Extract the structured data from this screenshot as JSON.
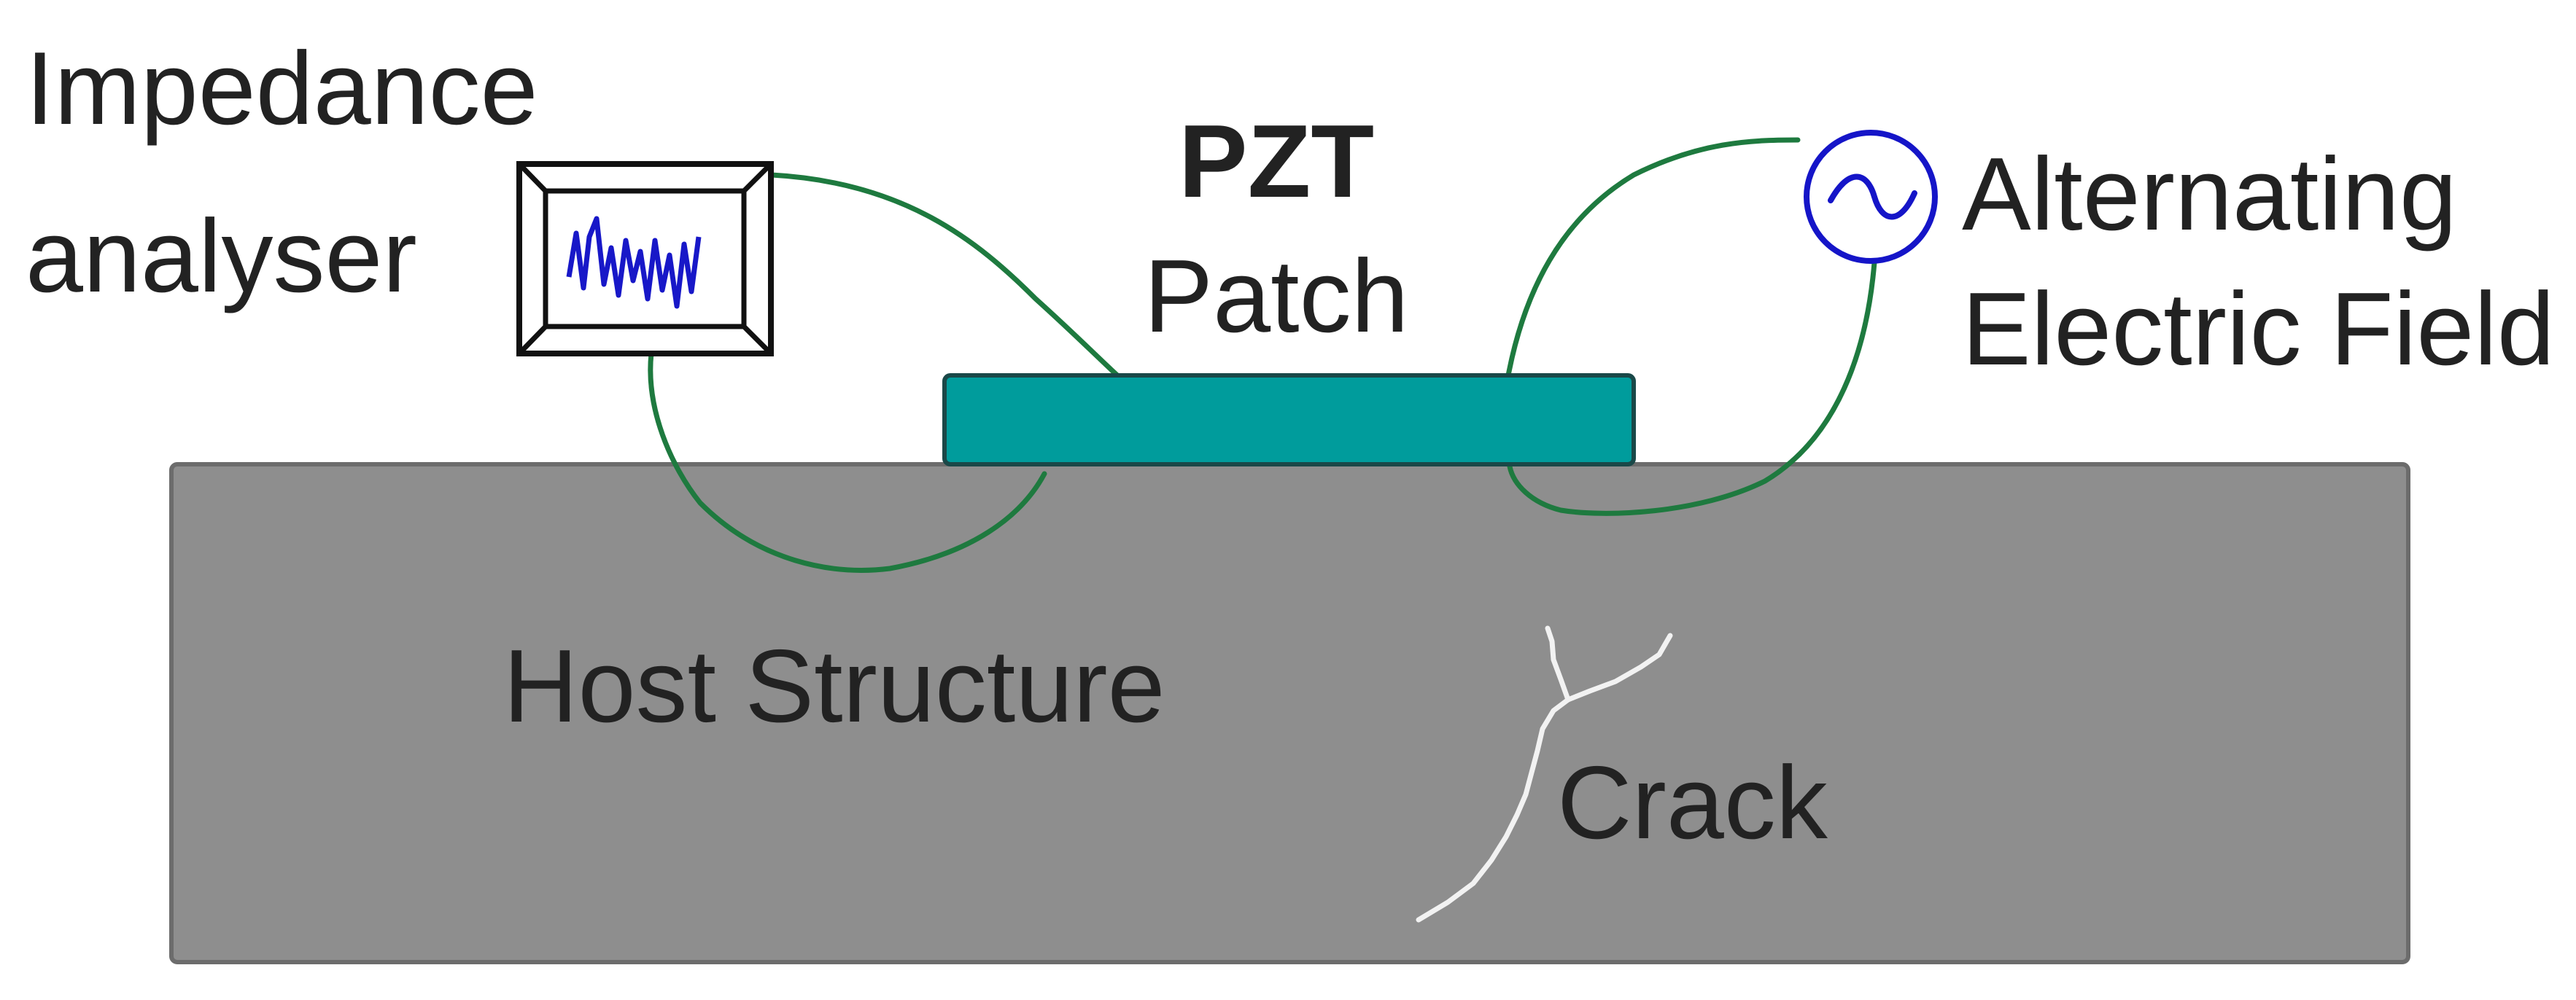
{
  "labels": {
    "analyser_line1": "Impedance",
    "analyser_line2": "analyser",
    "patch_line1": "PZT",
    "patch_line2": "Patch",
    "source_line1": "Alternating",
    "source_line2": "Electric Field",
    "host": "Host Structure",
    "crack": "Crack"
  },
  "colors": {
    "host_fill": "#8e8e8e",
    "patch_fill": "#009c9c",
    "wire": "#1e7a3f",
    "source": "#1515c8",
    "analyser_trace": "#1818c8",
    "crack": "#f2f2f2",
    "text": "#222222"
  },
  "icons": {
    "analyser": "monitor-waveform-icon",
    "source": "ac-source-icon"
  }
}
